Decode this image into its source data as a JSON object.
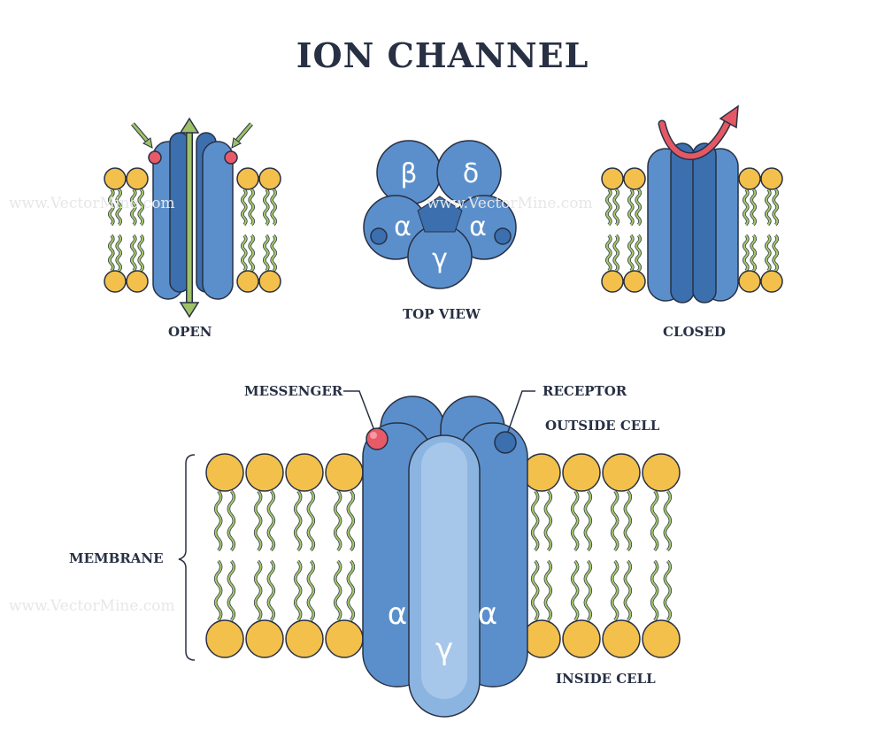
{
  "title": "ION CHANNEL",
  "panels": {
    "open_label": "OPEN",
    "top_view_label": "TOP VIEW",
    "closed_label": "CLOSED"
  },
  "subunits": {
    "beta": "β",
    "delta": "δ",
    "alpha": "α",
    "gamma": "γ"
  },
  "detail": {
    "messenger": "MESSENGER",
    "receptor": "RECEPTOR",
    "outside_cell": "OUTSIDE  CELL",
    "membrane": "MEMBRANE",
    "inside_cell": "INSIDE CELL"
  },
  "watermark": "www.VectorMine.com",
  "colors": {
    "protein_dark": "#3b6fae",
    "protein_mid": "#5b8fcb",
    "protein_light": "#8bb5e0",
    "lipid_head": "#f2c04b",
    "lipid_tail": "#a6c86a",
    "messenger": "#e85a68",
    "arrow_green": "#9dc068",
    "arrow_red": "#e45865",
    "outline": "#283044"
  }
}
